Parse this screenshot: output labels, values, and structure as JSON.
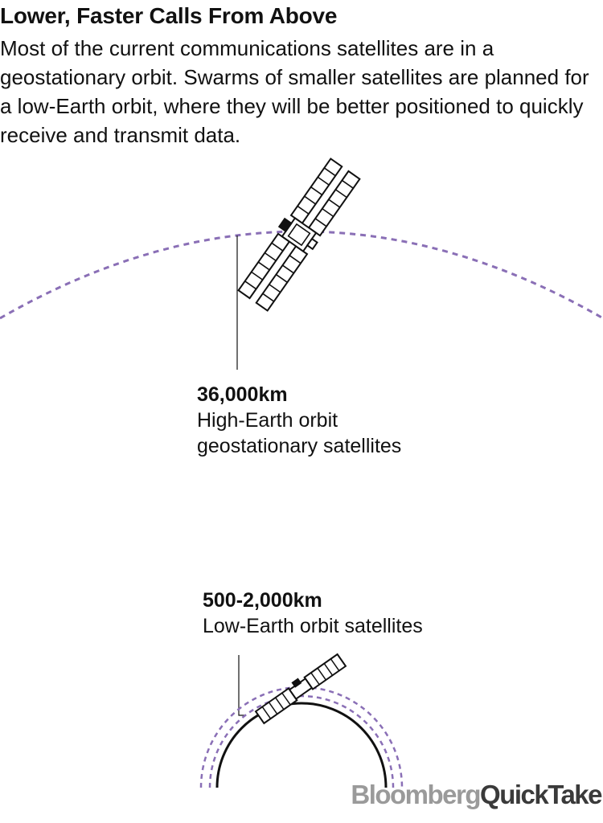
{
  "header": {
    "title": "Lower, Faster Calls From Above",
    "subtitle": "Most of the current communications satellites are in a geostationary orbit. Swarms of smaller satellites are planned for a low-Earth orbit, where they will be better positioned to quickly receive and transmit data."
  },
  "orbits": {
    "high": {
      "altitude": "36,000km",
      "line1": "High-Earth orbit",
      "line2": "geostationary satellites"
    },
    "low": {
      "altitude": "500-2,000km",
      "line1": "Low-Earth orbit satellites"
    }
  },
  "colors": {
    "orbit": "#8a6fb6",
    "ink": "#111111",
    "logo_brand": "#9a9a9a",
    "logo_product": "#3a3a3a"
  },
  "icons": [
    "large-satellite-icon",
    "small-satellite-icon",
    "earth-arc"
  ],
  "logo": {
    "brand": "Bloomberg",
    "product": "QuickTake"
  }
}
